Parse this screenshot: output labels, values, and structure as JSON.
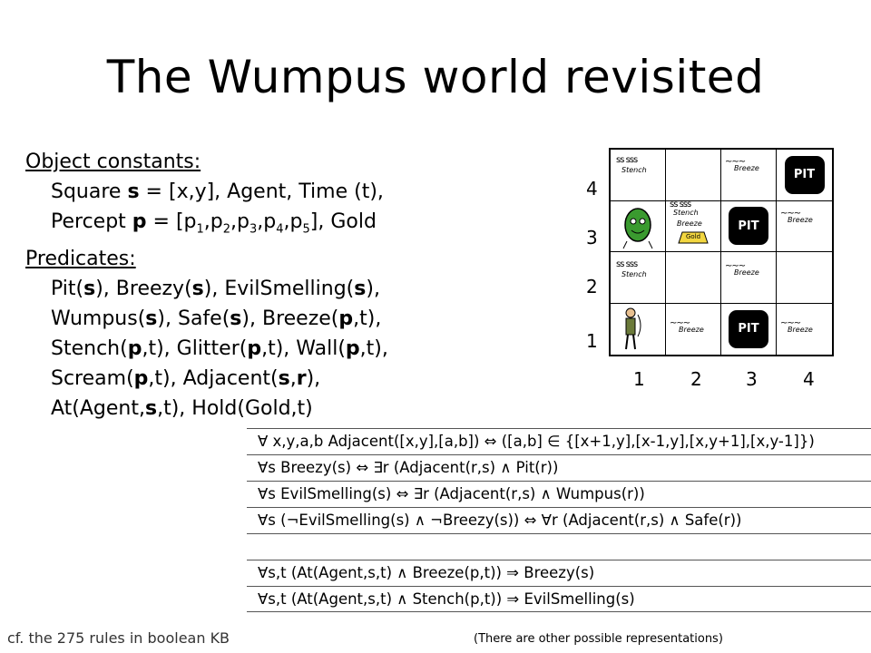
{
  "title": "The Wumpus world revisited",
  "object_constants_heading": "Object constants:",
  "square_line": {
    "a": "Square ",
    "b": "s",
    "c": " = [x,y], Agent, Time (t),"
  },
  "percept_line": {
    "a": "Percept ",
    "b": "p",
    "c": " = [p",
    "s1": "1",
    "d": ",p",
    "s2": "2",
    "e": ",p",
    "s3": "3",
    "f": ",p",
    "s4": "4",
    "g": ",p",
    "s5": "5",
    "h": "], Gold"
  },
  "predicates_heading": "Predicates:",
  "pred_lines": [
    [
      "Pit(",
      "s",
      "), Breezy(",
      "s",
      "), EvilSmelling(",
      "s",
      "),"
    ],
    [
      "Wumpus(",
      "s",
      "), Safe(",
      "s",
      "), Breeze(",
      "p",
      ",t),"
    ],
    [
      "Stench(",
      "p",
      ",t), Glitter(",
      "p",
      ",t), Wall(",
      "p",
      ",t),"
    ],
    [
      "Scream(",
      "p",
      ",t), Adjacent(",
      "s",
      ",",
      "r",
      "),"
    ],
    [
      "At(Agent,",
      "s",
      ",t), Hold(Gold,t)"
    ]
  ],
  "grid": {
    "row_labels": [
      "4",
      "3",
      "2",
      "1"
    ],
    "col_labels": [
      "1",
      "2",
      "3",
      "4"
    ],
    "pit_label": "PIT",
    "stench_label": "Stench",
    "breeze_label": "Breeze",
    "gold_label": "Gold"
  },
  "rules": [
    "∀ x,y,a,b Adjacent([x,y],[a,b]) ⇔ ([a,b] ∈ {[x+1,y],[x-1,y],[x,y+1],[x,y-1]})",
    "∀s Breezy(s) ⇔ ∃r (Adjacent(r,s) ∧ Pit(r))",
    "∀s EvilSmelling(s) ⇔ ∃r (Adjacent(r,s) ∧ Wumpus(r))",
    "∀s (¬EvilSmelling(s) ∧ ¬Breezy(s)) ⇔ ∀r (Adjacent(r,s) ∧ Safe(r))",
    "",
    "∀s,t (At(Agent,s,t) ∧ Breeze(p,t)) ⇒ Breezy(s)",
    "∀s,t (At(Agent,s,t) ∧ Stench(p,t)) ⇒ EvilSmelling(s)"
  ],
  "footer_left": "cf. the 275 rules in boolean KB",
  "footer_right": "(There are other possible representations)"
}
